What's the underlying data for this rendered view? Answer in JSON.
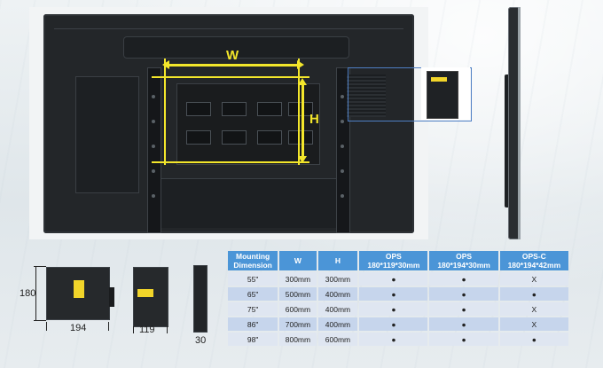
{
  "diagram": {
    "width_label": "W",
    "height_label": "H"
  },
  "ops_dimensions": {
    "height": "180",
    "width_a": "194",
    "width_b": "119",
    "depth": "30"
  },
  "table": {
    "headers": [
      {
        "line1": "Mounting",
        "line2": "Dimension"
      },
      {
        "line1": "W",
        "line2": ""
      },
      {
        "line1": "H",
        "line2": ""
      },
      {
        "line1": "OPS",
        "line2": "180*119*30mm"
      },
      {
        "line1": "OPS",
        "line2": "180*194*30mm"
      },
      {
        "line1": "OPS-C",
        "line2": "180*194*42mm"
      }
    ],
    "rows": [
      [
        "55\"",
        "300mm",
        "300mm",
        "●",
        "●",
        "X"
      ],
      [
        "65\"",
        "500mm",
        "400mm",
        "●",
        "●",
        "●"
      ],
      [
        "75\"",
        "600mm",
        "400mm",
        "●",
        "●",
        "X"
      ],
      [
        "86\"",
        "700mm",
        "400mm",
        "●",
        "●",
        "X"
      ],
      [
        "98\"",
        "800mm",
        "600mm",
        "●",
        "●",
        "●"
      ]
    ]
  },
  "colors": {
    "header_bg": "#4b95d7",
    "row_light": "#dfe6f1",
    "row_dark": "#c6d5ec",
    "dimension_yellow": "#f3e62b",
    "callout_blue": "#4f7fc4"
  }
}
